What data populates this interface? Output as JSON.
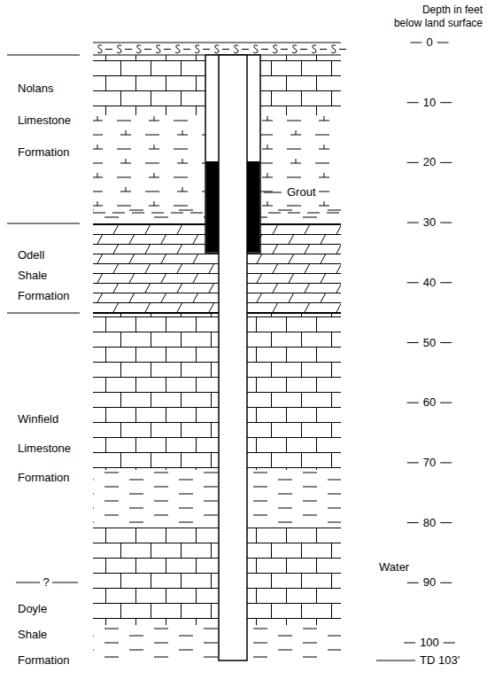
{
  "diagram": {
    "labels": [
      "Depth in feet below land surface",
      "0",
      "10",
      "20",
      "30",
      "40",
      "50",
      "60",
      "70",
      "80",
      "90",
      "100",
      "TD 103'",
      "Nolans Limestone Formation",
      "Odell Shale Formation",
      "Winfield Limestone Formation",
      "?",
      "Doyle Shale Formation",
      "Grout",
      "Water"
    ]
  }
}
